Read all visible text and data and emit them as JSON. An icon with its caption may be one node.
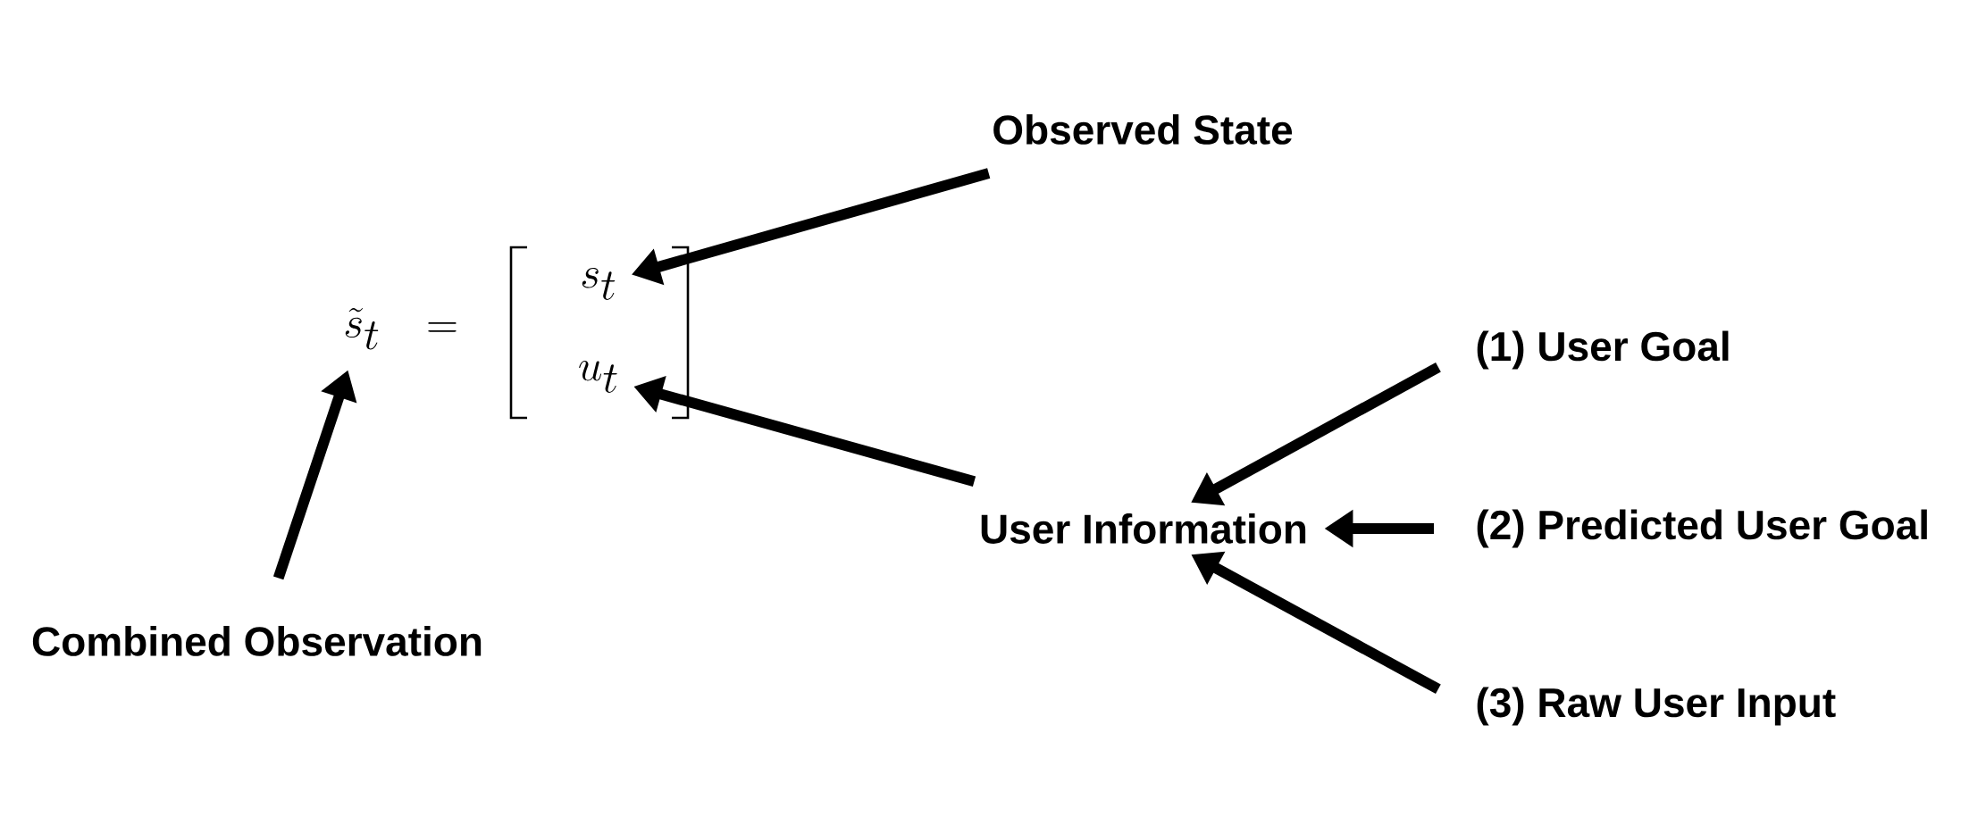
{
  "diagram": {
    "nodes": [
      {
        "text": [
          "Observed State"
        ]
      },
      {
        "text": [
          "User Information"
        ]
      },
      {
        "text": [
          "(1) User Goal"
        ]
      },
      {
        "text": [
          "(2) Predicted User Goal"
        ]
      },
      {
        "text": [
          "(3) Raw User Input"
        ]
      },
      {
        "text": [
          "Combined Observation"
        ]
      },
      {
        "text": [
          "\\tilde{s}_t"
        ]
      },
      {
        "text": [
          "s_t"
        ]
      },
      {
        "text": [
          "u_t"
        ]
      }
    ],
    "edges": [
      {
        "from": 0,
        "to": 7,
        "arrow": "to"
      },
      {
        "from": 1,
        "to": 8,
        "arrow": "to"
      },
      {
        "from": 5,
        "to": 6,
        "arrow": "to"
      },
      {
        "from": 2,
        "to": 1,
        "arrow": "to"
      },
      {
        "from": 3,
        "to": 1,
        "arrow": "to"
      },
      {
        "from": 4,
        "to": 1,
        "arrow": "to"
      }
    ],
    "labels": [
      "="
    ]
  }
}
